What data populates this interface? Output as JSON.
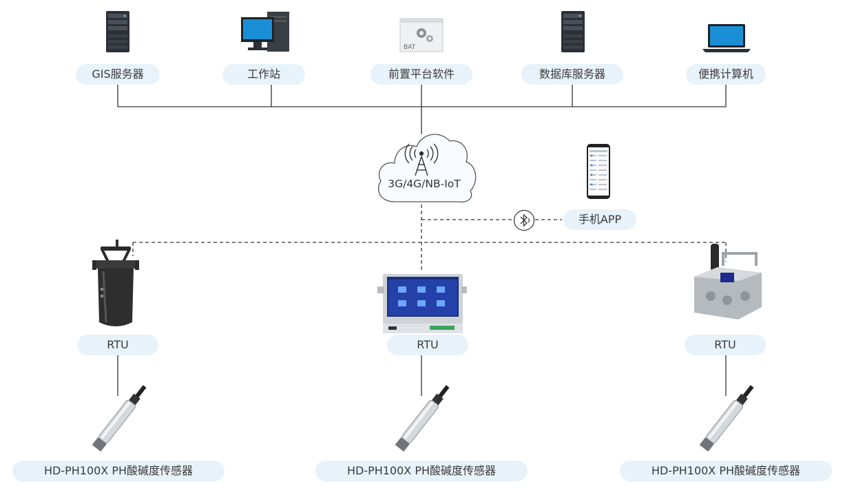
{
  "diagram": {
    "type": "network-topology",
    "colors": {
      "line": "#333333",
      "pill_bg": "#e8f2fa",
      "dashed": "#333333",
      "cloud_fill": "#f8fbff"
    },
    "top_nodes": [
      {
        "id": "gis",
        "label": "GIS服务器",
        "icon": "server-tower-icon"
      },
      {
        "id": "workstation",
        "label": "工作站",
        "icon": "desktop-computer-icon"
      },
      {
        "id": "frontend",
        "label": "前置平台软件",
        "icon": "bat-software-icon",
        "icon_text": "BAT"
      },
      {
        "id": "database",
        "label": "数据库服务器",
        "icon": "server-tower-icon"
      },
      {
        "id": "laptop",
        "label": "便携计算机",
        "icon": "laptop-icon"
      }
    ],
    "network": {
      "label": "3G/4G/NB-IoT",
      "icon": "cloud-antenna-icon"
    },
    "mobile": {
      "label": "手机APP",
      "icon": "smartphone-icon",
      "link_icon": "bluetooth-icon"
    },
    "rtus": [
      {
        "label": "RTU",
        "device": "cylindrical-rtu-icon"
      },
      {
        "label": "RTU",
        "device": "touchscreen-rtu-icon"
      },
      {
        "label": "RTU",
        "device": "box-rtu-icon"
      }
    ],
    "sensors": [
      {
        "label": "HD-PH100X PH酸碱度传感器",
        "icon": "probe-sensor-icon"
      },
      {
        "label": "HD-PH100X PH酸碱度传感器",
        "icon": "probe-sensor-icon"
      },
      {
        "label": "HD-PH100X PH酸碱度传感器",
        "icon": "probe-sensor-icon"
      }
    ]
  }
}
